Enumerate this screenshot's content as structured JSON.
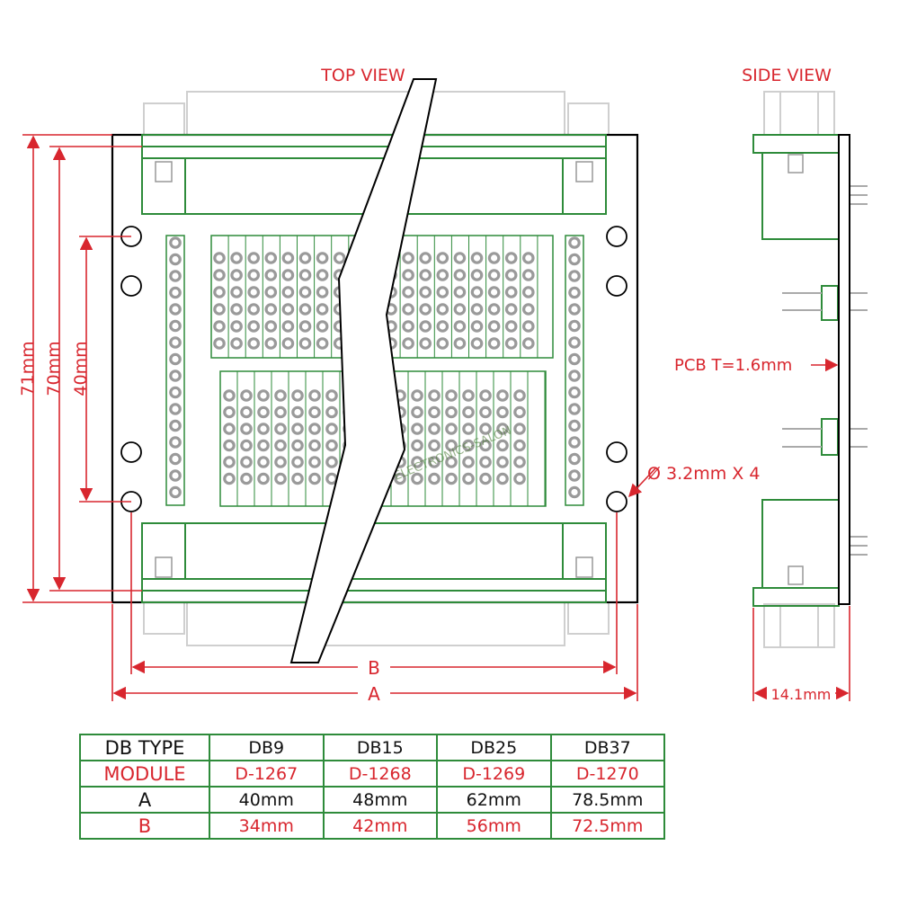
{
  "labels": {
    "top_view": "TOP VIEW",
    "side_view": "SIDE VIEW",
    "dim_71": "71mm",
    "dim_70": "70mm",
    "dim_40": "40mm",
    "dim_b": "B",
    "dim_a": "A",
    "dim_side": "14.1mm",
    "pcb_thickness": "PCB T=1.6mm",
    "hole_spec": "Ø 3.2mm X 4",
    "watermark": "ELECTRONICS-SALON"
  },
  "colors": {
    "dimension": "#d8262e",
    "pcb_outline": "#000000",
    "pcb_fill": "#ffffff",
    "pad_board": "#1f8a2e",
    "pad_ring": "#9a9a9a",
    "connector": "#2e8b3a",
    "table_border": "#2e8b3a"
  },
  "table": {
    "rows": [
      {
        "label": "DB TYPE",
        "values": [
          "DB9",
          "DB15",
          "DB25",
          "DB37"
        ]
      },
      {
        "label": "MODULE",
        "values": [
          "D-1267",
          "D-1268",
          "D-1269",
          "D-1270"
        ]
      },
      {
        "label": "A",
        "values": [
          "40mm",
          "48mm",
          "62mm",
          "78.5mm"
        ]
      },
      {
        "label": "B",
        "values": [
          "34mm",
          "42mm",
          "56mm",
          "72.5mm"
        ]
      }
    ]
  }
}
